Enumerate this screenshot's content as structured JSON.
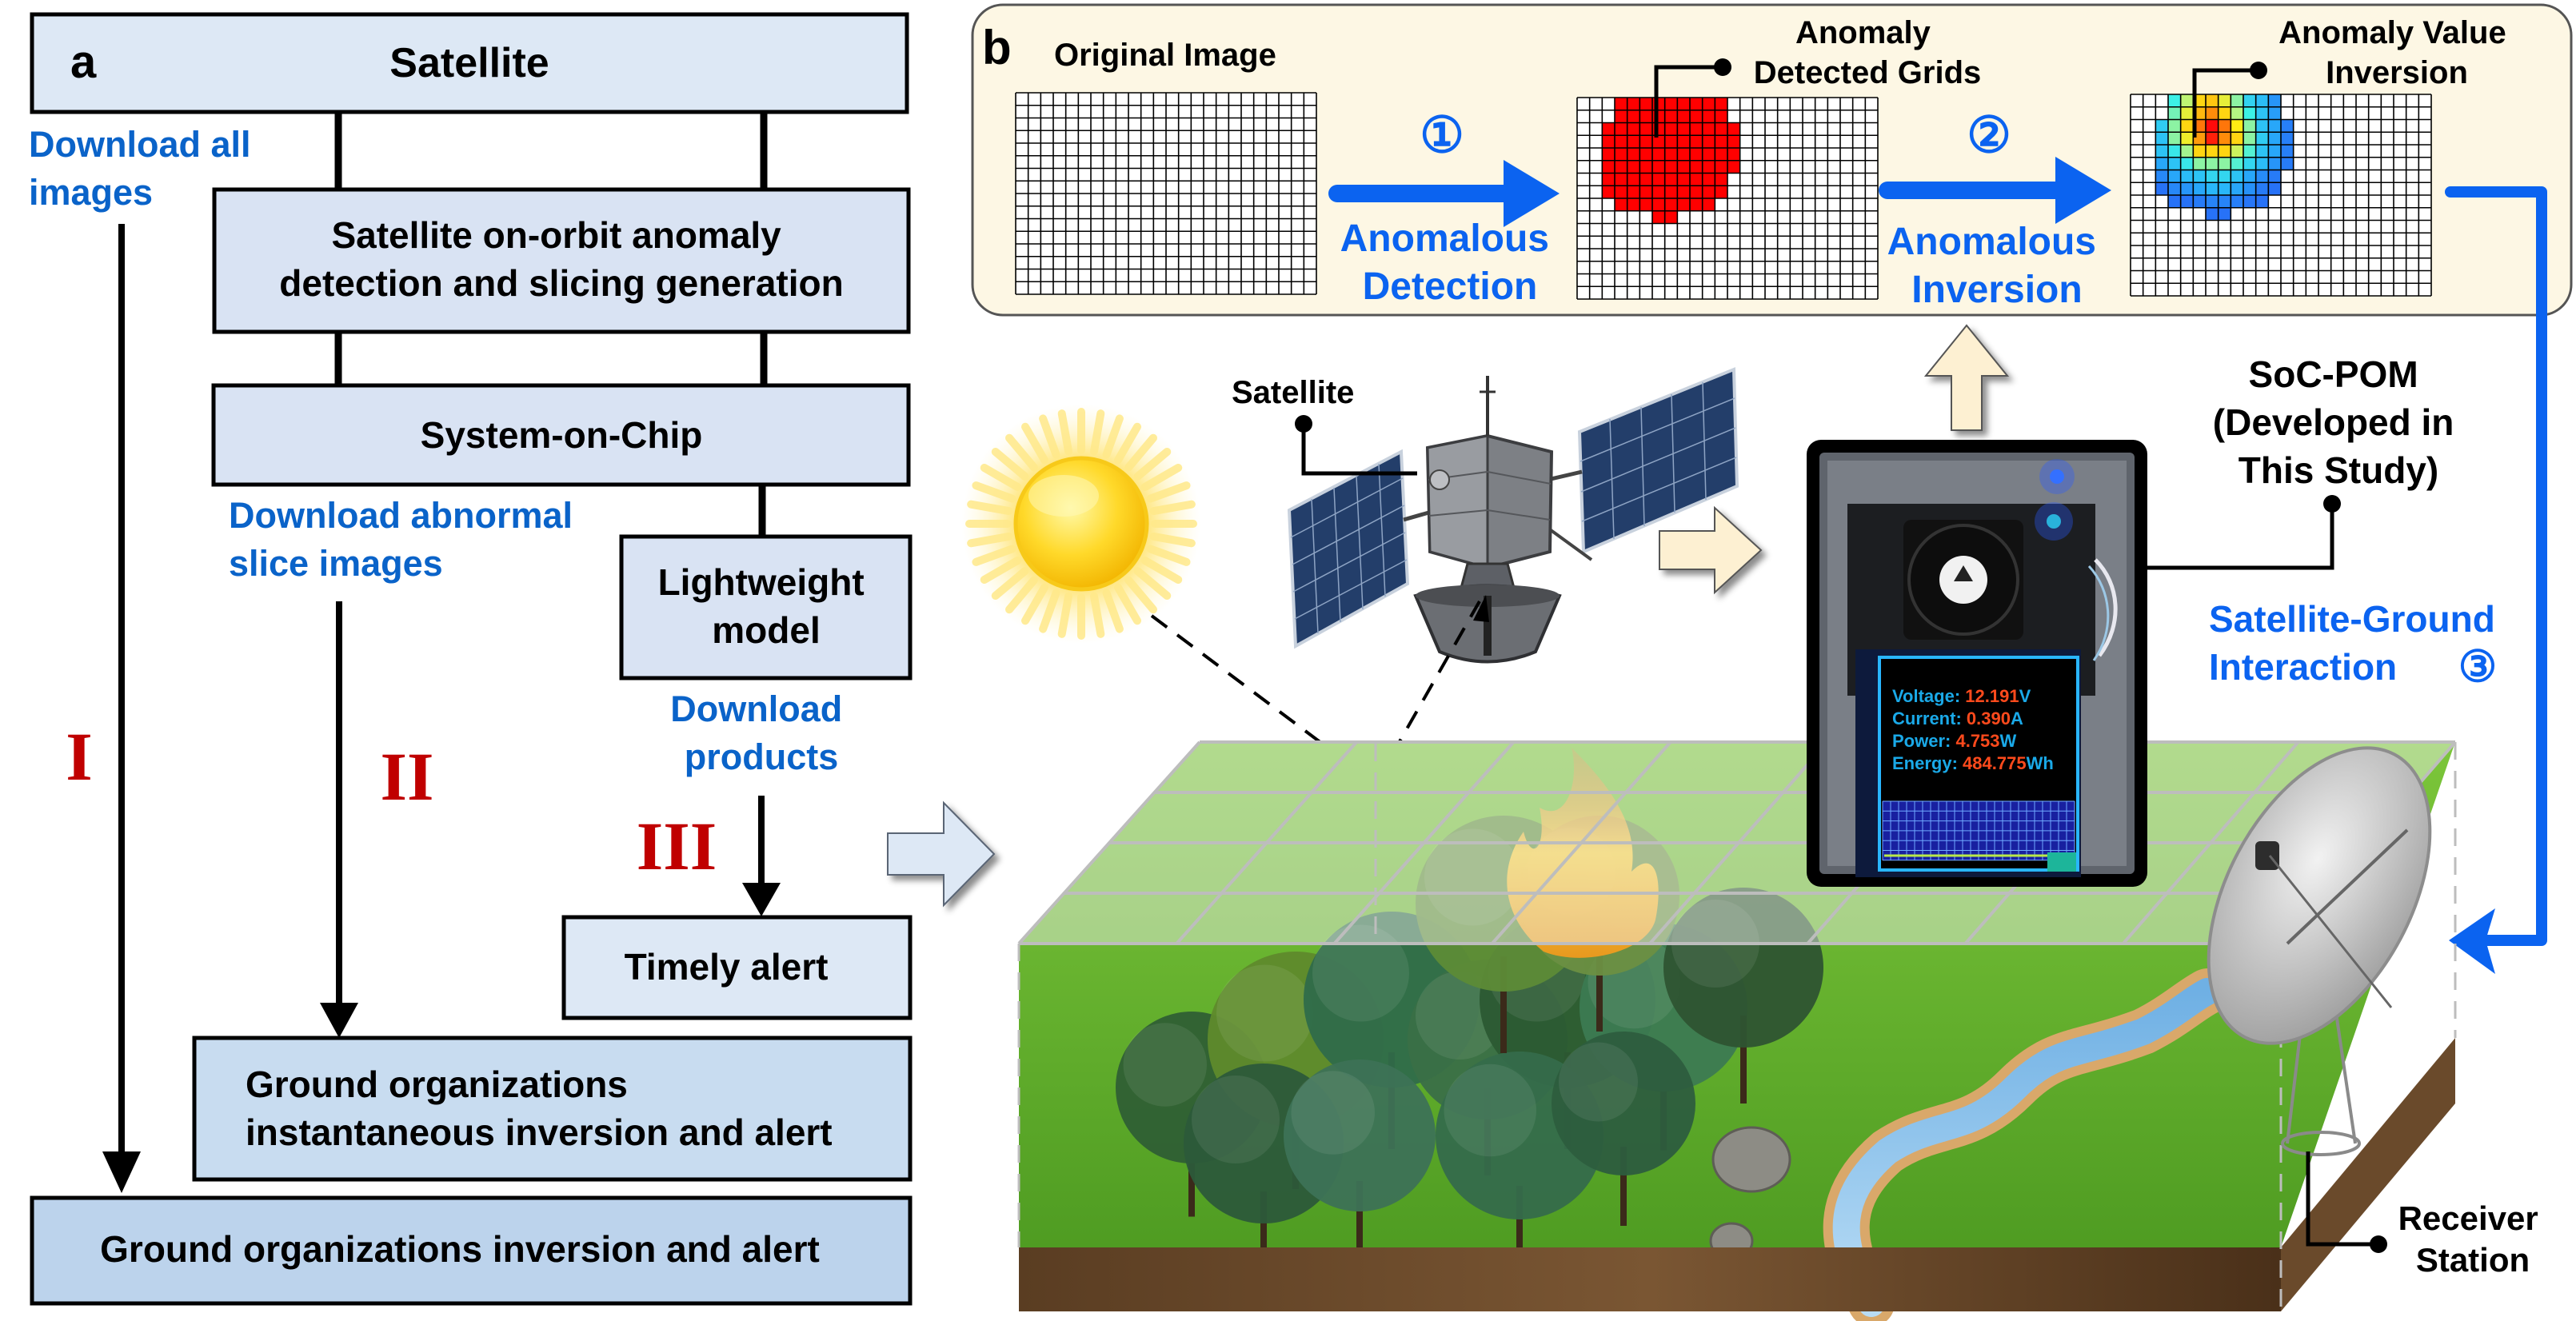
{
  "panel_a": {
    "label": "a",
    "satellite_box": "Satellite",
    "anomaly_box": [
      "Satellite on-orbit anomaly",
      "detection and slicing generation"
    ],
    "soc_box": "System-on-Chip",
    "lightweight_box": [
      "Lightweight",
      "model"
    ],
    "timely_box": "Timely alert",
    "ground_instant_box": [
      "Ground organizations",
      "instantaneous inversion and alert"
    ],
    "ground_box": "Ground organizations inversion and alert",
    "download_all": [
      "Download all",
      "images"
    ],
    "download_abnormal": [
      "Download abnormal",
      "slice images"
    ],
    "download_products": [
      "Download",
      "products"
    ],
    "path_labels": [
      "I",
      "II",
      "III"
    ],
    "colors": {
      "box_light": "#dde8f5",
      "box_mid": "#d6e2f3",
      "box_dark": "#bfd5ee",
      "label_blue": "#0a63c9",
      "roman_red": "#c00000"
    }
  },
  "panel_b": {
    "label": "b",
    "original_image": "Original Image",
    "detected_grids": [
      "Anomaly",
      "Detected Grids"
    ],
    "value_inversion": [
      "Anomaly Value",
      "Inversion"
    ],
    "step1": {
      "number": "①",
      "label": [
        "Anomalous",
        "Detection"
      ]
    },
    "step2": {
      "number": "②",
      "label": [
        "Anomalous",
        "Inversion"
      ]
    },
    "step3": {
      "number": "③",
      "label": [
        "Satellite-Ground",
        "Interaction"
      ]
    },
    "satellite_label": "Satellite",
    "soc_label": [
      "SoC-POM",
      "(Developed in",
      "This Study)"
    ],
    "receiver_label": [
      "Receiver",
      "Station"
    ],
    "display": {
      "rows": [
        {
          "key": "Voltage: ",
          "value": "12.191",
          "unit": "V"
        },
        {
          "key": "Current: ",
          "value": "0.390",
          "unit": "A"
        },
        {
          "key": "Power: ",
          "value": "4.753",
          "unit": "W"
        },
        {
          "key": "Energy: ",
          "value": "484.775",
          "unit": "Wh"
        }
      ]
    },
    "grid": {
      "cols": 24,
      "rows": 16
    },
    "anomaly_mask": [
      [
        0,
        3,
        11
      ],
      [
        1,
        3,
        11
      ],
      [
        2,
        2,
        12
      ],
      [
        3,
        2,
        12
      ],
      [
        4,
        2,
        12
      ],
      [
        5,
        2,
        12
      ],
      [
        6,
        2,
        11
      ],
      [
        7,
        2,
        11
      ],
      [
        8,
        3,
        10
      ],
      [
        9,
        6,
        7
      ]
    ],
    "inversion_rows": [
      {
        "row": 0,
        "start": 3,
        "values": [
          0.45,
          0.62,
          0.78,
          0.8,
          0.7,
          0.55,
          0.35,
          0.28,
          0.18
        ]
      },
      {
        "row": 1,
        "start": 3,
        "values": [
          0.52,
          0.7,
          0.82,
          0.88,
          0.78,
          0.6,
          0.45,
          0.3,
          0.2
        ]
      },
      {
        "row": 2,
        "start": 2,
        "values": [
          0.33,
          0.55,
          0.78,
          0.9,
          1.0,
          0.9,
          0.75,
          0.55,
          0.3,
          0.22,
          0.13
        ]
      },
      {
        "row": 3,
        "start": 2,
        "values": [
          0.3,
          0.55,
          0.72,
          0.86,
          0.98,
          0.88,
          0.78,
          0.55,
          0.33,
          0.22,
          0.13
        ]
      },
      {
        "row": 4,
        "start": 2,
        "values": [
          0.3,
          0.42,
          0.58,
          0.78,
          0.78,
          0.78,
          0.65,
          0.48,
          0.3,
          0.22,
          0.13
        ]
      },
      {
        "row": 5,
        "start": 2,
        "values": [
          0.22,
          0.3,
          0.42,
          0.55,
          0.55,
          0.55,
          0.48,
          0.36,
          0.28,
          0.18,
          0.12
        ]
      },
      {
        "row": 6,
        "start": 2,
        "values": [
          0.15,
          0.22,
          0.28,
          0.3,
          0.36,
          0.36,
          0.3,
          0.22,
          0.16,
          0.12
        ]
      },
      {
        "row": 7,
        "start": 2,
        "values": [
          0.1,
          0.15,
          0.18,
          0.22,
          0.26,
          0.26,
          0.22,
          0.17,
          0.12,
          0.1
        ]
      },
      {
        "row": 8,
        "start": 3,
        "values": [
          0.1,
          0.1,
          0.12,
          0.14,
          0.14,
          0.13,
          0.11,
          0.1
        ]
      },
      {
        "row": 9,
        "start": 6,
        "values": [
          0.1,
          0.1
        ]
      }
    ],
    "colors": {
      "panel_bg": "#fdf7e4",
      "arrow_blue": "#0b63f0",
      "anomaly_red": "#ff0000",
      "pale_arrow": "#fdf0d2"
    }
  }
}
